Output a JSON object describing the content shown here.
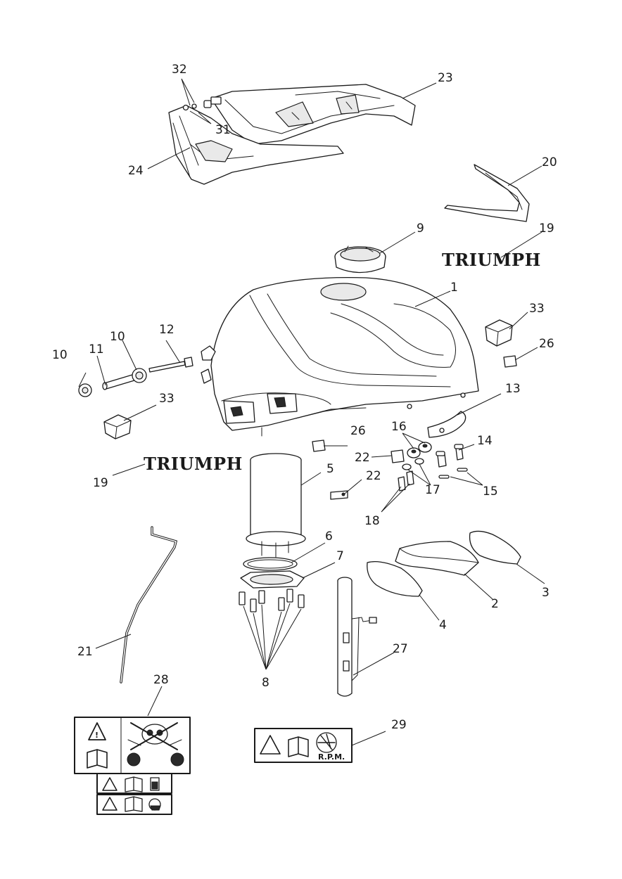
{
  "diagram": {
    "brand_text": "TRIUMPH",
    "rpm_text": "R.P.M.",
    "callouts": {
      "c1": "1",
      "c2": "2",
      "c3": "3",
      "c4": "4",
      "c5": "5",
      "c6": "6",
      "c7": "7",
      "c8": "8",
      "c9": "9",
      "c10a": "10",
      "c10b": "10",
      "c11": "11",
      "c12": "12",
      "c13": "13",
      "c14": "14",
      "c15": "15",
      "c16": "16",
      "c17": "17",
      "c18": "18",
      "c19a": "19",
      "c19b": "19",
      "c20": "20",
      "c21": "21",
      "c22a": "22",
      "c22b": "22",
      "c23": "23",
      "c24": "24",
      "c26a": "26",
      "c26b": "26",
      "c27": "27",
      "c28": "28",
      "c29": "29",
      "c31": "31",
      "c32": "32",
      "c33a": "33",
      "c33b": "33"
    },
    "icons": [
      "warning-triangle-icon",
      "manual-book-icon",
      "skull-crossbones-icon",
      "fuel-pump-icon",
      "helmet-icon",
      "rpm-gauge-icon"
    ]
  }
}
